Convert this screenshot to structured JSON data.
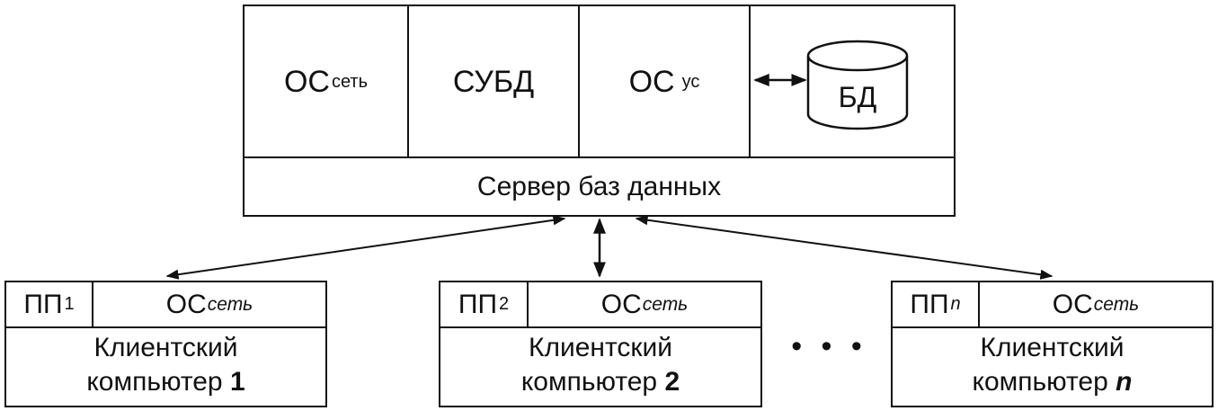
{
  "server": {
    "cells": [
      {
        "main": "ОС",
        "sub": "сеть"
      },
      {
        "main": "СУБД",
        "sub": ""
      },
      {
        "main": "ОС",
        "sub": "ус"
      }
    ],
    "db_label": "БД",
    "label": "Сервер баз данных"
  },
  "clients": [
    {
      "pp": "ПП",
      "pp_sub": "1",
      "os": "ОС",
      "os_sub": "сеть",
      "line1": "Клиентский",
      "line2": "компьютер",
      "num": "1"
    },
    {
      "pp": "ПП",
      "pp_sub": "2",
      "os": "ОС",
      "os_sub": "сеть",
      "line1": "Клиентский",
      "line2": "компьютер",
      "num": "2"
    },
    {
      "pp": "ПП",
      "pp_sub": "n",
      "os": "ОС",
      "os_sub": "сеть",
      "line1": "Клиентский",
      "line2": "компьютер",
      "num": "n"
    }
  ],
  "ellipsis": "• • •"
}
